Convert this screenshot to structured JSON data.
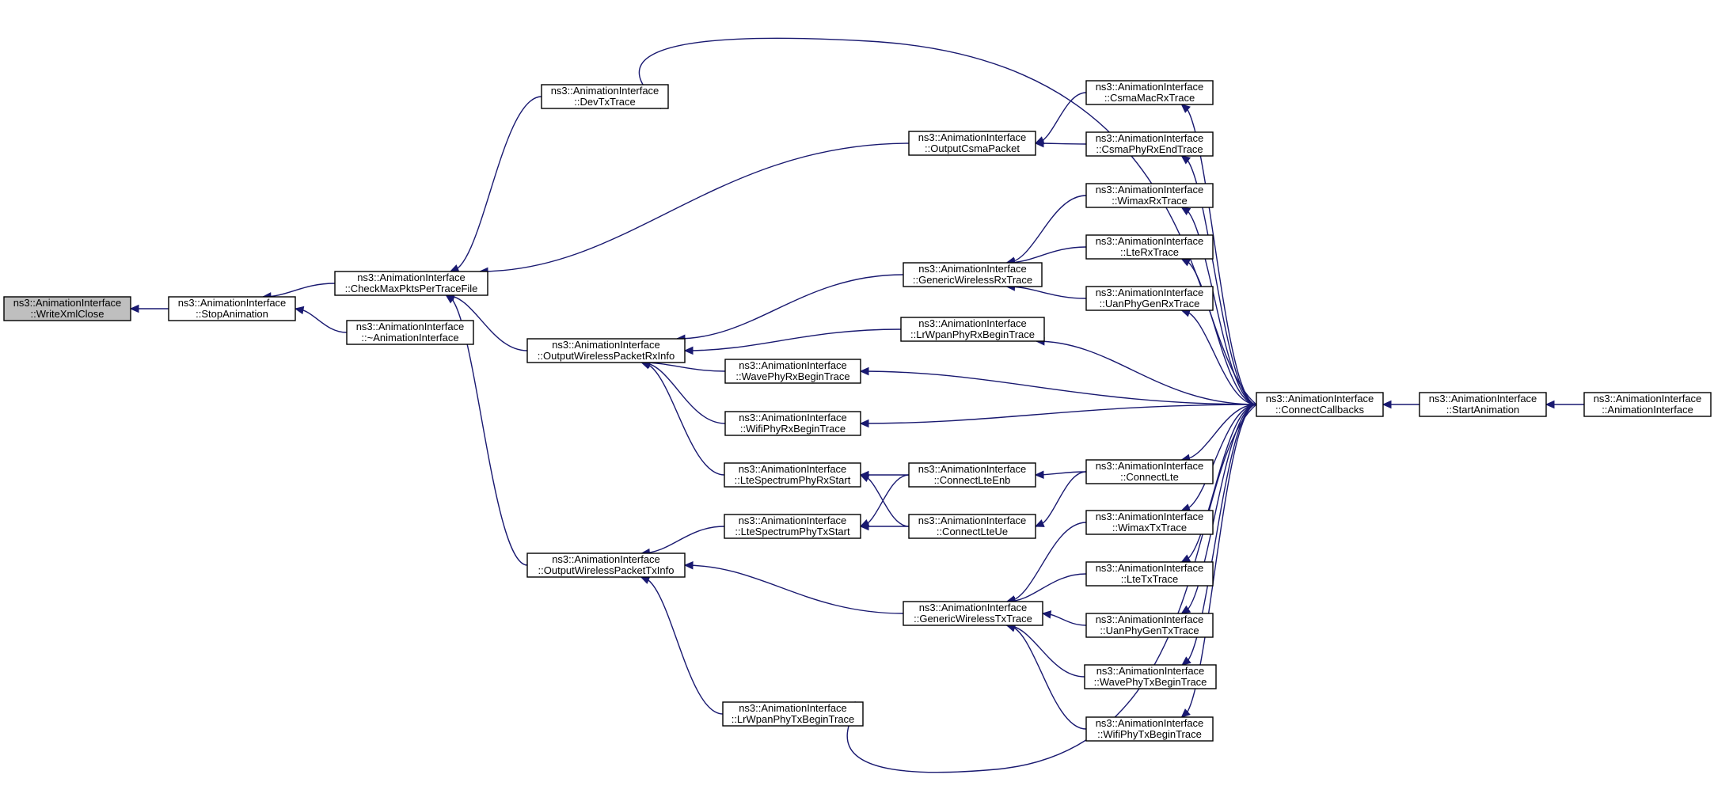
{
  "diagram": {
    "type": "caller-graph",
    "nodes": [
      {
        "id": "writexmlclose",
        "line1": "ns3::AnimationInterface",
        "line2": "::WriteXmlClose",
        "focus": true
      },
      {
        "id": "stopanimation",
        "line1": "ns3::AnimationInterface",
        "line2": "::StopAnimation"
      },
      {
        "id": "checkmaxpkts",
        "line1": "ns3::AnimationInterface",
        "line2": "::CheckMaxPktsPerTraceFile"
      },
      {
        "id": "destructor",
        "line1": "ns3::AnimationInterface",
        "line2": "::~AnimationInterface"
      },
      {
        "id": "devtxtrace",
        "line1": "ns3::AnimationInterface",
        "line2": "::DevTxTrace"
      },
      {
        "id": "outputcsmapacket",
        "line1": "ns3::AnimationInterface",
        "line2": "::OutputCsmaPacket"
      },
      {
        "id": "outputwirelessrx",
        "line1": "ns3::AnimationInterface",
        "line2": "::OutputWirelessPacketRxInfo"
      },
      {
        "id": "outputwirelesstx",
        "line1": "ns3::AnimationInterface",
        "line2": "::OutputWirelessPacketTxInfo"
      },
      {
        "id": "csmamacrx",
        "line1": "ns3::AnimationInterface",
        "line2": "::CsmaMacRxTrace"
      },
      {
        "id": "csmaphyrxend",
        "line1": "ns3::AnimationInterface",
        "line2": "::CsmaPhyRxEndTrace"
      },
      {
        "id": "genericwirelessrx",
        "line1": "ns3::AnimationInterface",
        "line2": "::GenericWirelessRxTrace"
      },
      {
        "id": "wimaxrx",
        "line1": "ns3::AnimationInterface",
        "line2": "::WimaxRxTrace"
      },
      {
        "id": "lterx",
        "line1": "ns3::AnimationInterface",
        "line2": "::LteRxTrace"
      },
      {
        "id": "uanphygenrx",
        "line1": "ns3::AnimationInterface",
        "line2": "::UanPhyGenRxTrace"
      },
      {
        "id": "lrwpanphyrx",
        "line1": "ns3::AnimationInterface",
        "line2": "::LrWpanPhyRxBeginTrace"
      },
      {
        "id": "wavephyrx",
        "line1": "ns3::AnimationInterface",
        "line2": "::WavePhyRxBeginTrace"
      },
      {
        "id": "wifiphyrx",
        "line1": "ns3::AnimationInterface",
        "line2": "::WifiPhyRxBeginTrace"
      },
      {
        "id": "ltespectrumrx",
        "line1": "ns3::AnimationInterface",
        "line2": "::LteSpectrumPhyRxStart"
      },
      {
        "id": "ltespectrumtx",
        "line1": "ns3::AnimationInterface",
        "line2": "::LteSpectrumPhyTxStart"
      },
      {
        "id": "connectlteenb",
        "line1": "ns3::AnimationInterface",
        "line2": "::ConnectLteEnb"
      },
      {
        "id": "connectlteue",
        "line1": "ns3::AnimationInterface",
        "line2": "::ConnectLteUe"
      },
      {
        "id": "connectlte",
        "line1": "ns3::AnimationInterface",
        "line2": "::ConnectLte"
      },
      {
        "id": "wimaxtx",
        "line1": "ns3::AnimationInterface",
        "line2": "::WimaxTxTrace"
      },
      {
        "id": "ltetx",
        "line1": "ns3::AnimationInterface",
        "line2": "::LteTxTrace"
      },
      {
        "id": "genericwirelesstx",
        "line1": "ns3::AnimationInterface",
        "line2": "::GenericWirelessTxTrace"
      },
      {
        "id": "uanphygentx",
        "line1": "ns3::AnimationInterface",
        "line2": "::UanPhyGenTxTrace"
      },
      {
        "id": "wavephytx",
        "line1": "ns3::AnimationInterface",
        "line2": "::WavePhyTxBeginTrace"
      },
      {
        "id": "wifiphytx",
        "line1": "ns3::AnimationInterface",
        "line2": "::WifiPhyTxBeginTrace"
      },
      {
        "id": "lrwpanphytx",
        "line1": "ns3::AnimationInterface",
        "line2": "::LrWpanPhyTxBeginTrace"
      },
      {
        "id": "connectcallbacks",
        "line1": "ns3::AnimationInterface",
        "line2": "::ConnectCallbacks"
      },
      {
        "id": "startanimation",
        "line1": "ns3::AnimationInterface",
        "line2": "::StartAnimation"
      },
      {
        "id": "constructor",
        "line1": "ns3::AnimationInterface",
        "line2": "::AnimationInterface"
      }
    ],
    "edges": [
      {
        "from": "stopanimation",
        "to": "writexmlclose"
      },
      {
        "from": "checkmaxpkts",
        "to": "stopanimation"
      },
      {
        "from": "destructor",
        "to": "stopanimation"
      },
      {
        "from": "devtxtrace",
        "to": "checkmaxpkts"
      },
      {
        "from": "outputcsmapacket",
        "to": "checkmaxpkts"
      },
      {
        "from": "outputwirelessrx",
        "to": "checkmaxpkts"
      },
      {
        "from": "outputwirelesstx",
        "to": "checkmaxpkts"
      },
      {
        "from": "csmamacrx",
        "to": "outputcsmapacket"
      },
      {
        "from": "csmaphyrxend",
        "to": "outputcsmapacket"
      },
      {
        "from": "genericwirelessrx",
        "to": "outputwirelessrx"
      },
      {
        "from": "lrwpanphyrx",
        "to": "outputwirelessrx"
      },
      {
        "from": "wavephyrx",
        "to": "outputwirelessrx"
      },
      {
        "from": "wifiphyrx",
        "to": "outputwirelessrx"
      },
      {
        "from": "ltespectrumrx",
        "to": "outputwirelessrx"
      },
      {
        "from": "wimaxrx",
        "to": "genericwirelessrx"
      },
      {
        "from": "lterx",
        "to": "genericwirelessrx"
      },
      {
        "from": "uanphygenrx",
        "to": "genericwirelessrx"
      },
      {
        "from": "connectlteenb",
        "to": "ltespectrumrx"
      },
      {
        "from": "connectlteue",
        "to": "ltespectrumrx"
      },
      {
        "from": "connectlteenb",
        "to": "ltespectrumtx"
      },
      {
        "from": "connectlteue",
        "to": "ltespectrumtx"
      },
      {
        "from": "connectlte",
        "to": "connectlteenb"
      },
      {
        "from": "connectlte",
        "to": "connectlteue"
      },
      {
        "from": "ltespectrumtx",
        "to": "outputwirelesstx"
      },
      {
        "from": "genericwirelesstx",
        "to": "outputwirelesstx"
      },
      {
        "from": "lrwpanphytx",
        "to": "outputwirelesstx"
      },
      {
        "from": "wimaxtx",
        "to": "genericwirelesstx"
      },
      {
        "from": "ltetx",
        "to": "genericwirelesstx"
      },
      {
        "from": "uanphygentx",
        "to": "genericwirelesstx"
      },
      {
        "from": "wavephytx",
        "to": "genericwirelesstx"
      },
      {
        "from": "wifiphytx",
        "to": "genericwirelesstx"
      },
      {
        "from": "connectcallbacks",
        "to": "devtxtrace"
      },
      {
        "from": "connectcallbacks",
        "to": "csmamacrx"
      },
      {
        "from": "connectcallbacks",
        "to": "csmaphyrxend"
      },
      {
        "from": "connectcallbacks",
        "to": "wimaxrx"
      },
      {
        "from": "connectcallbacks",
        "to": "lterx"
      },
      {
        "from": "connectcallbacks",
        "to": "uanphygenrx"
      },
      {
        "from": "connectcallbacks",
        "to": "lrwpanphyrx"
      },
      {
        "from": "connectcallbacks",
        "to": "wavephyrx"
      },
      {
        "from": "connectcallbacks",
        "to": "wifiphyrx"
      },
      {
        "from": "connectcallbacks",
        "to": "connectlte"
      },
      {
        "from": "connectcallbacks",
        "to": "wimaxtx"
      },
      {
        "from": "connectcallbacks",
        "to": "ltetx"
      },
      {
        "from": "connectcallbacks",
        "to": "uanphygentx"
      },
      {
        "from": "connectcallbacks",
        "to": "wavephytx"
      },
      {
        "from": "connectcallbacks",
        "to": "wifiphytx"
      },
      {
        "from": "connectcallbacks",
        "to": "lrwpanphytx"
      },
      {
        "from": "startanimation",
        "to": "connectcallbacks"
      },
      {
        "from": "constructor",
        "to": "startanimation"
      }
    ]
  }
}
